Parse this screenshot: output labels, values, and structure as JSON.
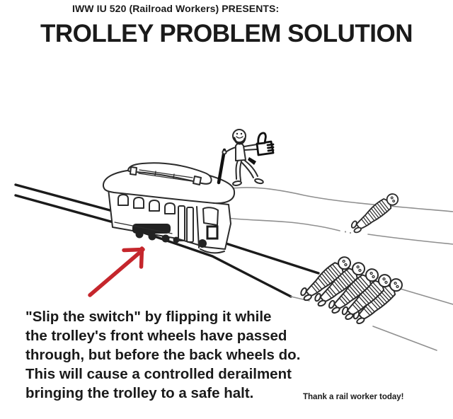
{
  "header": {
    "presenter": "IWW IU 520 (Railroad Workers) PRESENTS:",
    "title": "TROLLEY PROBLEM SOLUTION"
  },
  "caption": {
    "lines": [
      "\"Slip the switch\" by flipping it while",
      "the trolley's front wheels have passed",
      "through, but before the back wheels do.",
      "This will cause a controlled derailment",
      "bringing the trolley to a safe halt."
    ]
  },
  "footer": {
    "note": "Thank a rail worker today!"
  },
  "scene": {
    "description": "Hand-drawn cartoon: a trolley on a track, a smiling switchman giving a thumbs-up while holding the switch lever, five people tied to the main track, one person tied to the branch track, and a red arrow pointing at the trolley's wheels at the switch.",
    "figures": {
      "switchman_thumbs_up": 1,
      "people_tied_main_track": 5,
      "people_tied_branch_track": 1
    }
  },
  "colors": {
    "background": "#ffffff",
    "ink": "#2b2b2b",
    "track_dark": "#1b1b1b",
    "track_light": "#8f8f8f",
    "arrow_red": "#c5262c",
    "text": "#1a1a1a"
  }
}
